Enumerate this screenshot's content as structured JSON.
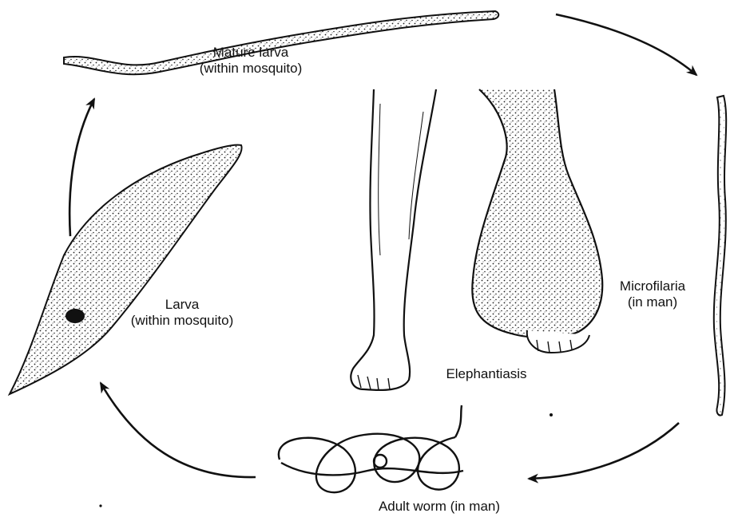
{
  "labels": {
    "mature_larva": {
      "line1": "Mature larva",
      "line2": "(within mosquito)"
    },
    "larva": {
      "line1": "Larva",
      "line2": "(within mosquito)"
    },
    "microfilaria": {
      "line1": "Microfilaria",
      "line2": "(in man)"
    },
    "elephantiasis": "Elephantiasis",
    "adult_worm": "Adult worm (in man)"
  },
  "colors": {
    "ink": "#111111",
    "stipple": "#222222",
    "background": "#ffffff"
  }
}
